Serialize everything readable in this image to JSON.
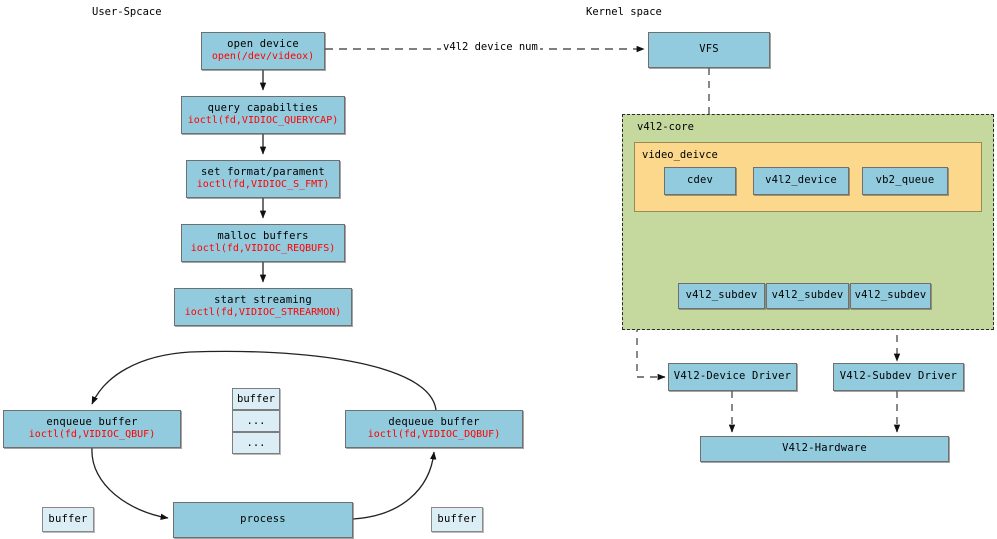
{
  "diagram": {
    "title_left": "User-Spcace",
    "title_right": "Kernel space",
    "colors": {
      "box_blue": "#92cbdd",
      "box_pale": "#dceef5",
      "zone_green": "#c5d89e",
      "zone_orange": "#fcd88c",
      "code_text": "#ff0000"
    }
  },
  "user_space": {
    "flow": [
      {
        "title": "open device",
        "code": "open(/dev/videox)"
      },
      {
        "title": "query capabilties",
        "code": "ioctl(fd,VIDIOC_QUERYCAP)"
      },
      {
        "title": "set format/parament",
        "code": "ioctl(fd,VIDIOC_S_FMT)"
      },
      {
        "title": "malloc buffers",
        "code": "ioctl(fd,VIDIOC_REQBUFS)"
      },
      {
        "title": "start streaming",
        "code": "ioctl(fd,VIDIOC_STREARMON)"
      }
    ],
    "loop": {
      "enqueue": {
        "title": "enqueue buffer",
        "code": "ioctl(fd,VIDIOC_QBUF)"
      },
      "dequeue": {
        "title": "dequeue buffer",
        "code": "ioctl(fd,VIDIOC_DQBUF)"
      },
      "process": "process",
      "buffer_left": "buffer",
      "buffer_right": "buffer",
      "stack": [
        "buffer",
        "...",
        "..."
      ]
    }
  },
  "kernel_space": {
    "vfs": "VFS",
    "core_zone": "v4l2-core",
    "video_device_zone": "video_deivce",
    "core_objects": [
      "cdev",
      "v4l2_device",
      "vb2_queue"
    ],
    "subdevs": [
      "v4l2_subdev",
      "v4l2_subdev",
      "v4l2_subdev"
    ],
    "device_driver": "V4l2-Device Driver",
    "subdev_driver": "V4l2-Subdev Driver",
    "hardware": "V4l2-Hardware"
  },
  "edges": {
    "device_num_label": "v4l2 device num"
  }
}
